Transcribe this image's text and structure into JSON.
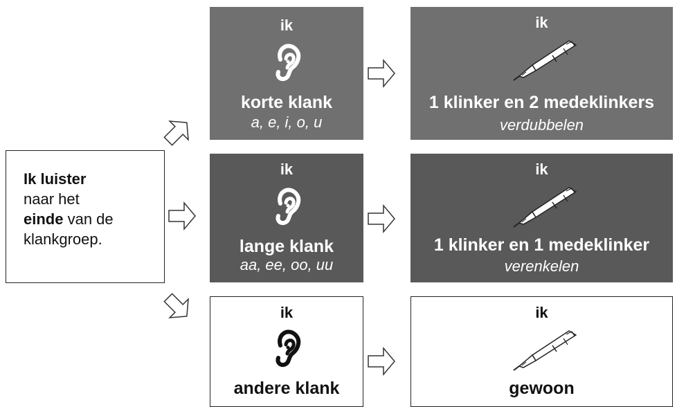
{
  "intro": {
    "strong1": "Ik luister",
    "line2": "naar het",
    "strong2": "einde",
    "line3_rest": " van de",
    "line4": "klankgroep."
  },
  "rows": [
    {
      "hear": {
        "ik": "ik",
        "title": "korte klank",
        "sub": "a, e, i, o, u"
      },
      "write": {
        "ik": "ik",
        "title": "1 klinker en 2 medeklinkers",
        "sub": "verdubbelen"
      }
    },
    {
      "hear": {
        "ik": "ik",
        "title": "lange klank",
        "sub": "aa, ee, oo, uu"
      },
      "write": {
        "ik": "ik",
        "title": "1 klinker en 1 medeklinker",
        "sub": "verenkelen"
      }
    },
    {
      "hear": {
        "ik": "ik",
        "title": "andere klank"
      },
      "write": {
        "ik": "ik",
        "title": "gewoon"
      }
    }
  ],
  "colors": {
    "row1": "#707070",
    "row2": "#595959",
    "row3": "#ffffff"
  },
  "icons": {
    "hear": "ear-icon",
    "write": "fountain-pen-icon"
  }
}
